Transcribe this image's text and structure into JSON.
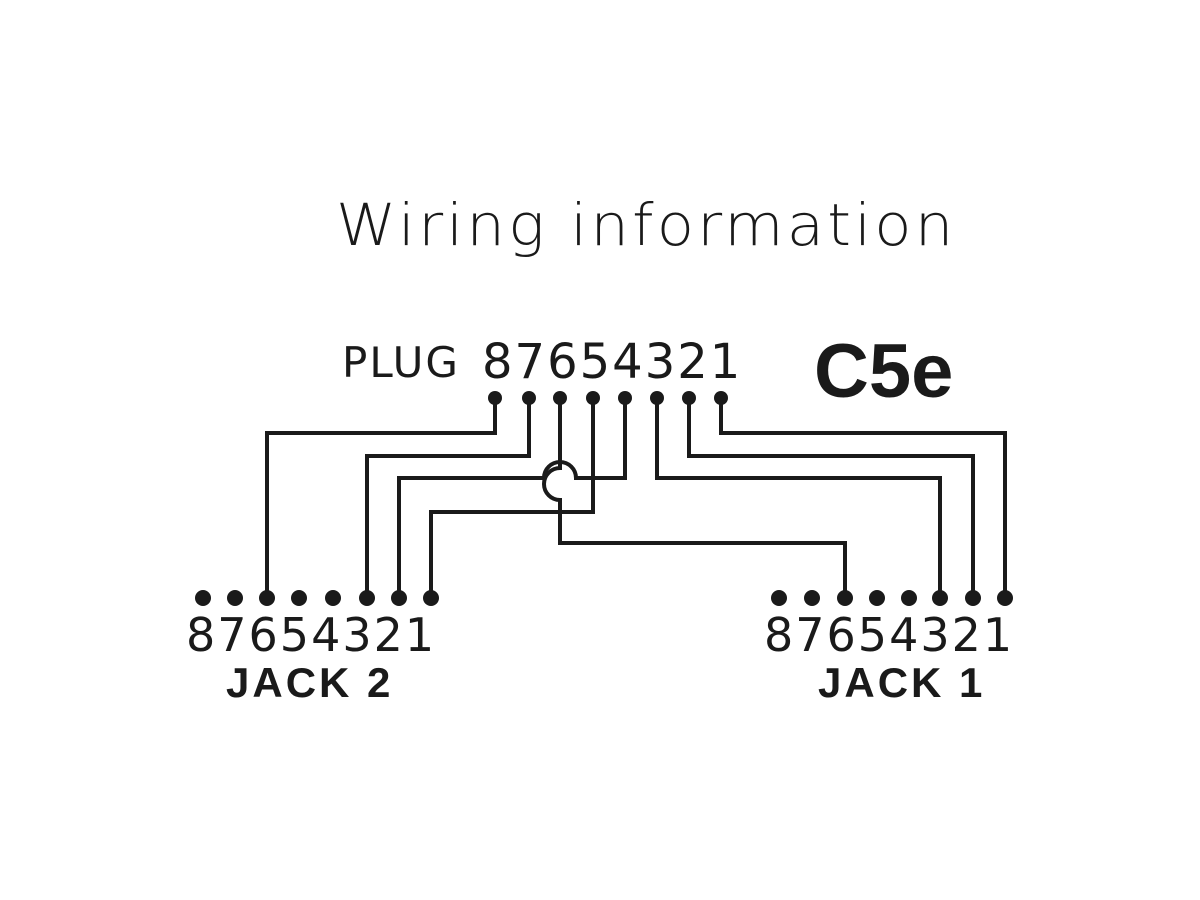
{
  "diagram": {
    "title": "Wiring information",
    "category": "C5e",
    "plug": {
      "label": "PLUG",
      "pins": "87654321"
    },
    "jack2": {
      "pins": "87654321",
      "name": "JACK 2"
    },
    "jack1": {
      "pins": "87654321",
      "name": "JACK 1"
    },
    "colors": {
      "line": "#1a1a1a",
      "background": "#ffffff"
    }
  }
}
